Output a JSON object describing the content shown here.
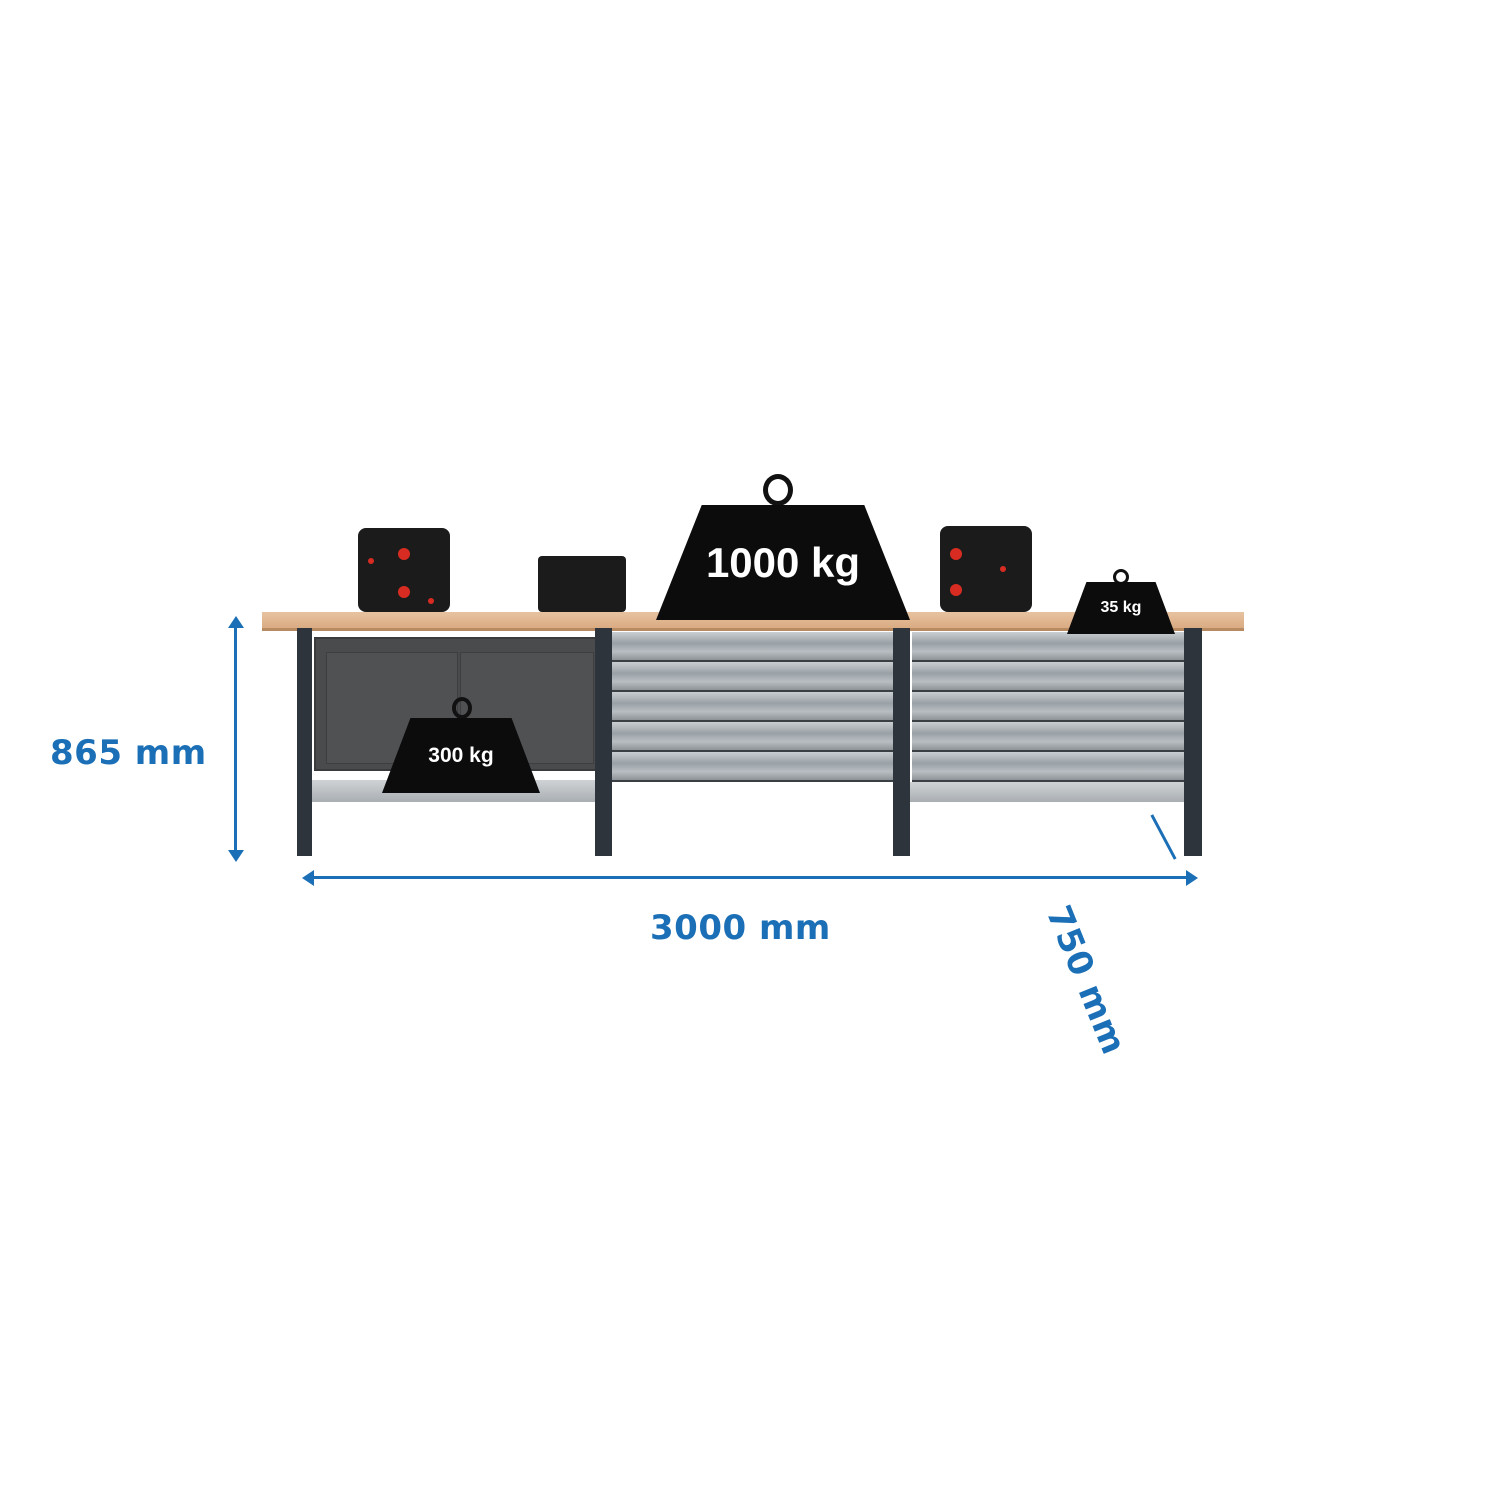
{
  "dimensions": {
    "height": "865 mm",
    "width": "3000 mm",
    "depth": "750 mm"
  },
  "weights": {
    "top_center": "1000 kg",
    "shelf": "300 kg",
    "top_right": "35 kg"
  },
  "colors": {
    "dimension_blue": "#1b6fb6",
    "worktop": "#dcae86",
    "frame": "#2e343b",
    "weight": "#0c0c0c"
  }
}
